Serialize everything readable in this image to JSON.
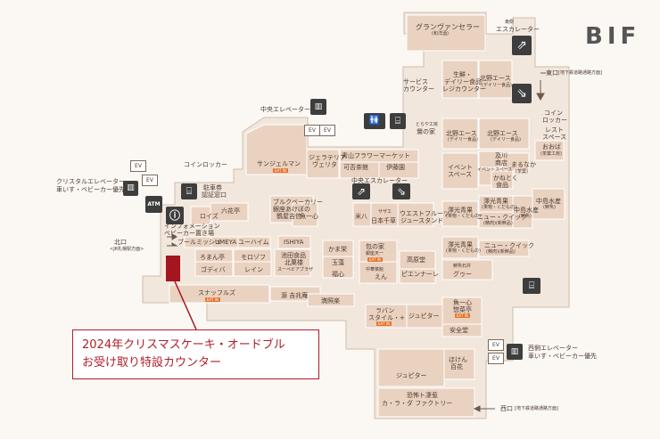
{
  "floor": "BIF",
  "ev_label": "EV",
  "eat_in_label": "EAT IN",
  "atm_label": "ATM",
  "callout": {
    "line1": "2024年クリスマスケーキ・オードブル",
    "line2": "お受け取り特設カウンター"
  },
  "stores": {
    "grandvenceller": "グランヴァンセラー",
    "grandvenceller_sub": "(和洋酒)",
    "service_counter_1": "サービス",
    "service_counter_2": "カウンター",
    "seisen_1": "生鮮・",
    "seisen_2": "デイリー食品",
    "seisen_3": "レジカウンター",
    "kitano_ace_1": "北野エース",
    "kitano_ace_1_sub": "(デイリー食品)",
    "toraya": "とらや工房",
    "uguisu": "鶯の家",
    "kitano_ace_2": "北野エース",
    "kitano_ace_2_sub": "(デイリー食品)",
    "kitano_ace_3": "北野エース",
    "kitano_ace_3_sub": "(デイリー食品)",
    "coin_locker_right_1": "コイン",
    "coin_locker_right_2": "ロッカー",
    "restspace_1": "レスト",
    "restspace_2": "スペース",
    "sanjermain": "サンジェルマン",
    "coin_locker": "コインロッカー",
    "gelateria_1": "ジェラテリア",
    "gelateria_2": "ヴェリタ",
    "aoyama_flower": "青山フラワーマーケット",
    "kasho_ginza": "可否茶館",
    "ito_ryokan": "伊藤園",
    "event_space_1": "イベント",
    "event_space_2": "スペース",
    "oikawa_1": "及川",
    "oikawa_2": "商店",
    "event_space_small": "イベントスペース",
    "marunaka_1": "まるなか",
    "marunaka_2": "(茶葉)",
    "kanaku_1": "かねとく",
    "kanaku_2": "食品",
    "otaba_1": "おおば",
    "otaba_2": "(茶菓工房)",
    "chuuo_escalator": "中央エスカレーター",
    "chuuo_elevator": "中央エレベーター",
    "crystal_elevator_1": "クリスタルエレベーター",
    "crystal_elevator_2": "車いす・ベビーカー優先",
    "parking_1": "駐車券",
    "parking_2": "認証窓口",
    "rokkatei": "六花亭",
    "roize": "ロイズ",
    "marubasukera_1": "ブルクベーカリー",
    "marubasukera_2": "銀座あけぼの",
    "marubasukera_3": "鶴屋吉信",
    "uotsuichi": "魚一心",
    "yoneya": "米八",
    "sazae_1": "サザエ",
    "sazae_2": "日本千草",
    "westfruits_1": "ウエストフルーツ",
    "westfruits_2": "ジュースタンド",
    "sakimoto_1": "澤光青果",
    "sakimoto_1_sub": "(果物・くだもの)",
    "sakimoto_2": "澤光青果",
    "sakimoto_2_sub": "(果物・くだもの)",
    "newquick_1": "ニュー・クイック",
    "newquick_1_sub": "(精肉)(新鮮品)",
    "nakamura_1": "中島水産",
    "nakamura_1_sub": "(鮮魚)",
    "nakamura_2": "中島水産",
    "nakamura_2_sub": "(鮮魚)",
    "information_1": "インフォメーション",
    "information_2": "ベビーカー置き場",
    "kitaguchi_1": "北口",
    "kitaguchi_2": "<JR札幌駅方面>",
    "brulmission": "ブールミッシュ",
    "umeya": "UMEYA",
    "yubaum": "ユーハイム",
    "ishiya": "ISHIYA",
    "kasasutei": "かま栄",
    "tsuchiya": "包の家",
    "ginza_tenichi": "銀座天一",
    "romajin": "ろまん亭",
    "morozoff": "モロゾフ",
    "ikeda_1": "池田食品",
    "ikeda_2": "北菓楼",
    "ikeda_3": "スーペビアブラザ",
    "tamaya": "玉藻",
    "chukasou": "中華菜館",
    "chukasou_2": "えん",
    "kohaku": "高原堂",
    "newquick_2": "ニュー・クイック",
    "newquick_2_sub": "(精肉)(新鮮品)",
    "sakimoto_3": "澤光青果",
    "sakimoto_3_sub": "(果物・くだもの)",
    "godiva": "ゴディバ",
    "rein": "レイン",
    "hokkoku": "福心",
    "pienaire": "ピエンナーレ",
    "sakimoto_4": "鮮魚石井",
    "guu": "グゥー",
    "snuffles": "スナッフルズ",
    "minamoto_kitchoan": "源 吉兆庵",
    "yamato_gaku": "満照楽",
    "uoichi_1": "魚一心",
    "uoichi_2": "惣菜亭",
    "labyu_1": "ラバン",
    "labyu_2": "スタイル・+",
    "jupiter_1": "ジュピター",
    "anzeneya": "安全堂",
    "nishigawa_elevator_1": "西側エレベーター",
    "nishigawa_elevator_2": "車いす・ベビーカー優先",
    "jupiter_2": "ジュピター",
    "hokkin_1": "ほけん",
    "hokkin_2": "百花",
    "kyobu_1": "恐怖ト凄惹",
    "kyobu_2": "カ・ラ・ダ ファクトリー",
    "higashi_esc_1": "東側",
    "higashi_esc_2": "エスカレーター",
    "higashiguchi": "東口",
    "higashiguchi_sub": "[地下鉄道路通路方面]",
    "nishiguchi": "西口",
    "nishiguchi_sub": "[地下鉄道路通路方面]"
  },
  "colors": {
    "floor_fill": "#f2e7dc",
    "store_fill": "#ead2c0",
    "outline": "#cfbcae",
    "accent_red": "#a3151f",
    "eat_in": "#e6732c"
  }
}
